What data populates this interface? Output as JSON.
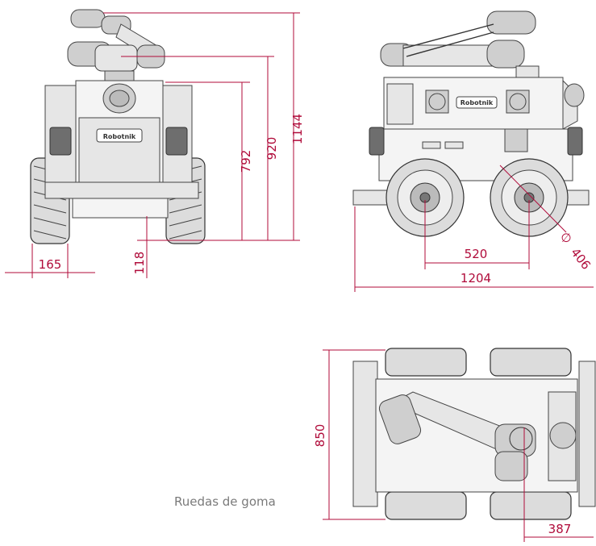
{
  "dimensions": {
    "front_width_track": "165",
    "ground_clearance": "118",
    "height_body": "792",
    "height_arm_base": "920",
    "height_total": "1144",
    "wheelbase": "520",
    "length_total": "1204",
    "wheel_diameter": "406",
    "diameter_symbol": "∅",
    "width_total": "850",
    "arm_offset": "387"
  },
  "brand_label": "Robotnik",
  "caption": "Ruedas de goma",
  "colors": {
    "dimension": "#b00b3a",
    "caption": "#7a7a7a",
    "outline": "#444444"
  }
}
